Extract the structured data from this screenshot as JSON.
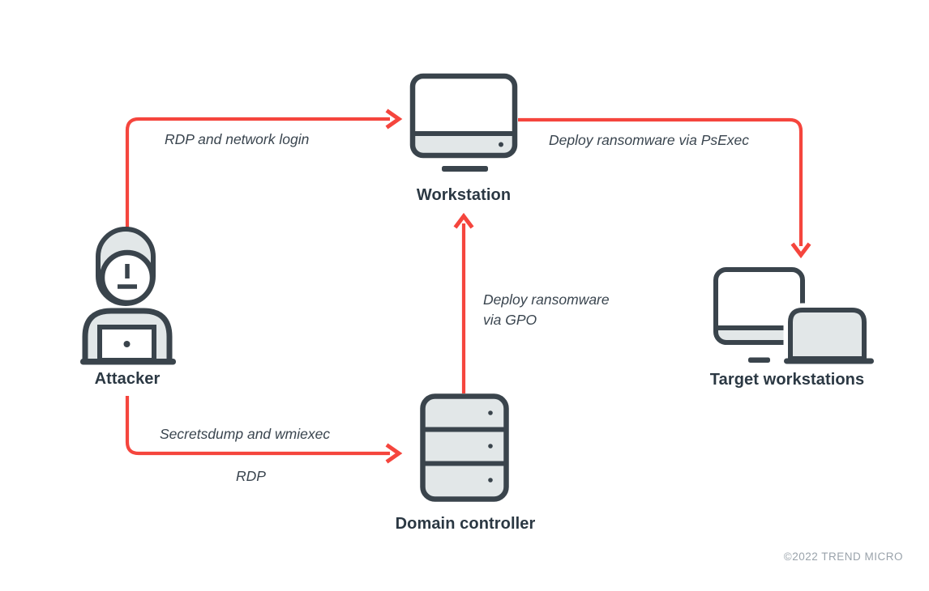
{
  "page": {
    "kind": "ransomware-attack-flow-diagram",
    "footer_copyright": "©2022 TREND MICRO"
  },
  "nodes": {
    "attacker": {
      "label": "Attacker",
      "icon": "hooded-attacker-with-laptop-icon"
    },
    "workstation": {
      "label": "Workstation",
      "icon": "desktop-monitor-icon"
    },
    "domain_controller": {
      "label": "Domain controller",
      "icon": "server-stack-icon"
    },
    "target_workstations": {
      "label": "Target workstations",
      "icon": "monitor-and-laptop-icon"
    }
  },
  "edges": {
    "attacker_to_workstation": {
      "from": "Attacker",
      "to": "Workstation",
      "label": "RDP and network login"
    },
    "workstation_to_targets": {
      "from": "Workstation",
      "to": "Target workstations",
      "label": "Deploy ransomware via PsExec"
    },
    "dc_to_workstation": {
      "from": "Domain controller",
      "to": "Workstation",
      "label_line1": "Deploy ransomware",
      "label_line2": "via GPO"
    },
    "attacker_to_dc": {
      "from": "Attacker",
      "to": "Domain controller",
      "label_line1": "Secretsdump and wmiexec",
      "label_line2": "RDP"
    }
  },
  "colors": {
    "arrow_red": "#f5453d",
    "outline_dark": "#3a444c",
    "fill_light": "#e2e7e8",
    "label_text": "#2b3843",
    "footer_text": "#9aa3ab"
  }
}
